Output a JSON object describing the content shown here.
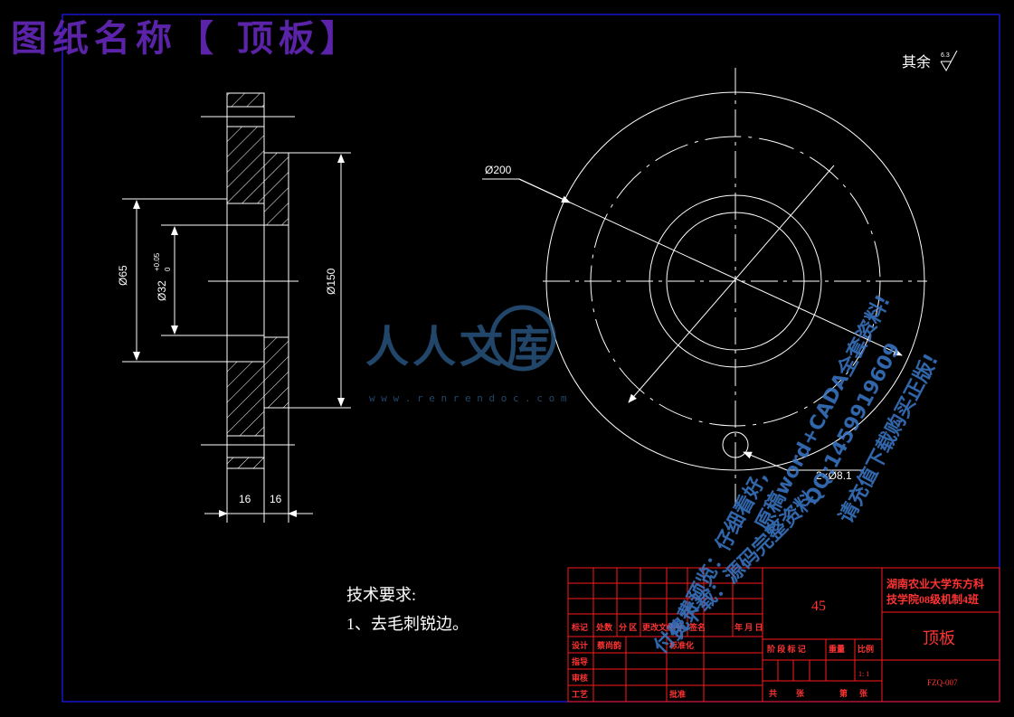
{
  "banner": {
    "title": "图纸名称【 顶板】"
  },
  "surface_note": {
    "label": "其余",
    "roughness": "6.3"
  },
  "section_view": {
    "dims": {
      "phi65": "Ø65",
      "phi32": "Ø32",
      "phi32_tol": "+0.05",
      "phi32_tol2": "0",
      "phi150": "Ø150",
      "t1": "16",
      "t2": "16"
    }
  },
  "plan_view": {
    "dims": {
      "phi200": "Ø200",
      "holes": "2×Ø8.1"
    }
  },
  "tech_requirements": {
    "heading": "技术要求:",
    "items": [
      "1、去毛刺锐边。"
    ]
  },
  "title_block": {
    "material": "45",
    "school_line1": "湖南农业大学东方科",
    "school_line2": "技学院08级机制4班",
    "part_name": "顶板",
    "drawing_no": "FZQ-007",
    "scale": "1: 1",
    "row_labels": [
      "标记",
      "处数",
      "分 区",
      "更改文件号",
      "签名",
      "年 月 日"
    ],
    "design_label": "设计",
    "designer": "蔡尚韵",
    "std_label": "标准化",
    "check_label": "指导",
    "review_label": "审核",
    "process_label": "工艺",
    "approve_label": "批准",
    "stage_labels": [
      "阶 段 标 记",
      "重量",
      "比例"
    ],
    "sheet_total": "共",
    "sheet_unit": "张",
    "sheet_no": "第",
    "sheet_unit2": "张"
  },
  "watermark": {
    "logo_text": "人人文库",
    "url": "w w w . r e n r e n d o c . c o m",
    "line1": "原稿word+CADA全套资料!",
    "line2": "QQ:1459919609",
    "line3": "请充值下载购买正版!",
    "line4": "免费预览：仔细看好,",
    "line5": "付费下载：源码完整资料"
  },
  "colors": {
    "frame": "#1a1aff",
    "drawing": "#ffffff",
    "titleblock": "#ff1a1a",
    "banner": "#5a23a8"
  }
}
